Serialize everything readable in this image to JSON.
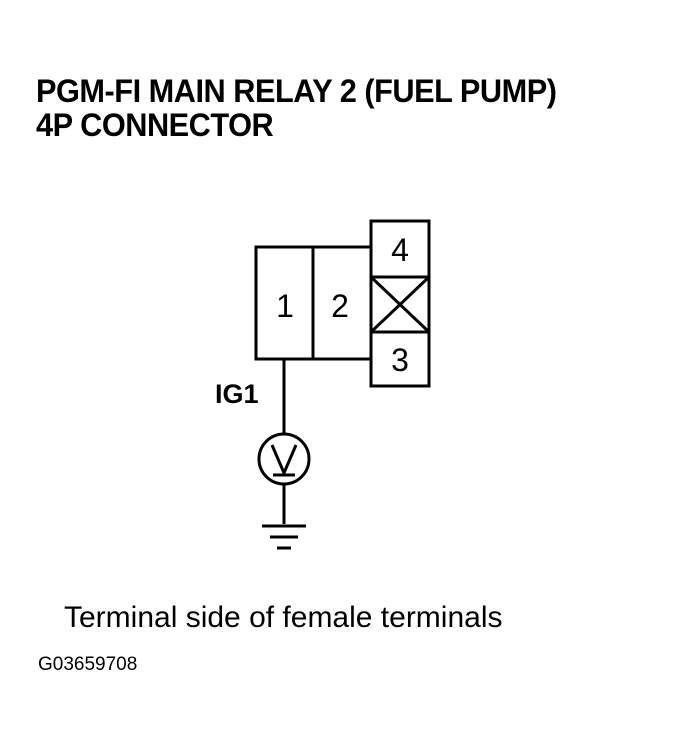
{
  "title_line_1": "PGM-FI MAIN RELAY 2 (FUEL PUMP)",
  "title_line_2": "4P CONNECTOR",
  "terminals": {
    "t1": "1",
    "t2": "2",
    "t3": "3",
    "t4": "4"
  },
  "wire_label": "IG1",
  "caption": "Terminal side of female terminals",
  "figure_id": "G03659708",
  "colors": {
    "line": "#000000",
    "background": "#ffffff"
  },
  "icons": {
    "voltmeter": "voltmeter-symbol",
    "ground": "ground-symbol",
    "blank_cavity": "x-cross"
  }
}
